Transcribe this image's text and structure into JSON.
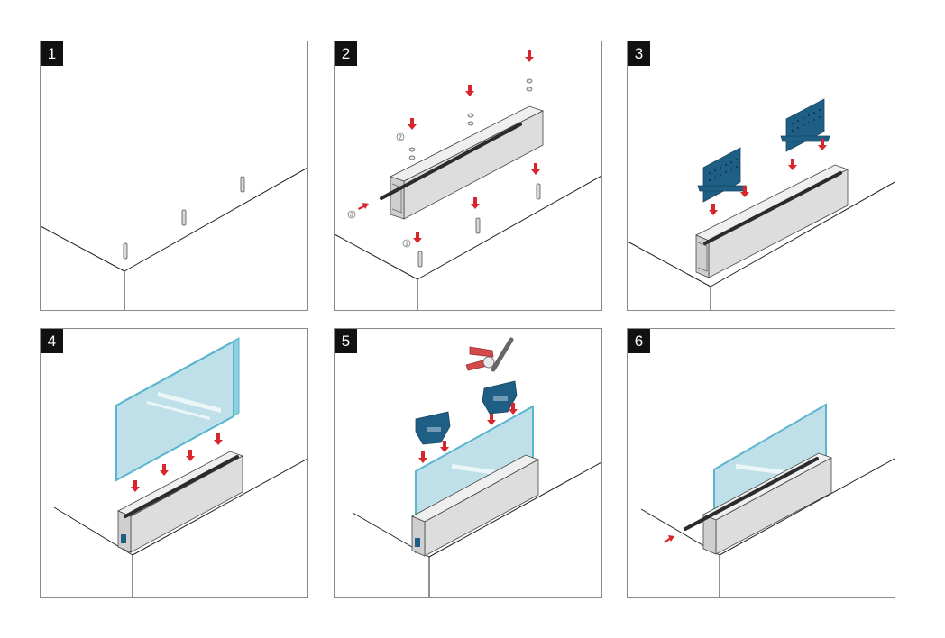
{
  "panels": [
    {
      "number": "1"
    },
    {
      "number": "2",
      "callouts": [
        "1",
        "2",
        "3"
      ]
    },
    {
      "number": "3"
    },
    {
      "number": "4"
    },
    {
      "number": "5"
    },
    {
      "number": "6"
    }
  ],
  "colors": {
    "frame": "#8a8a8a",
    "number_badge": "#111111",
    "arrow": "#d7262c",
    "profile": "#dcdcdc",
    "rubber": "#2b2b2b",
    "glass": "#bfe0e8",
    "glass_edge": "#5bb5cf",
    "wedge": "#1f5f86",
    "tool": "#d24a4a"
  }
}
